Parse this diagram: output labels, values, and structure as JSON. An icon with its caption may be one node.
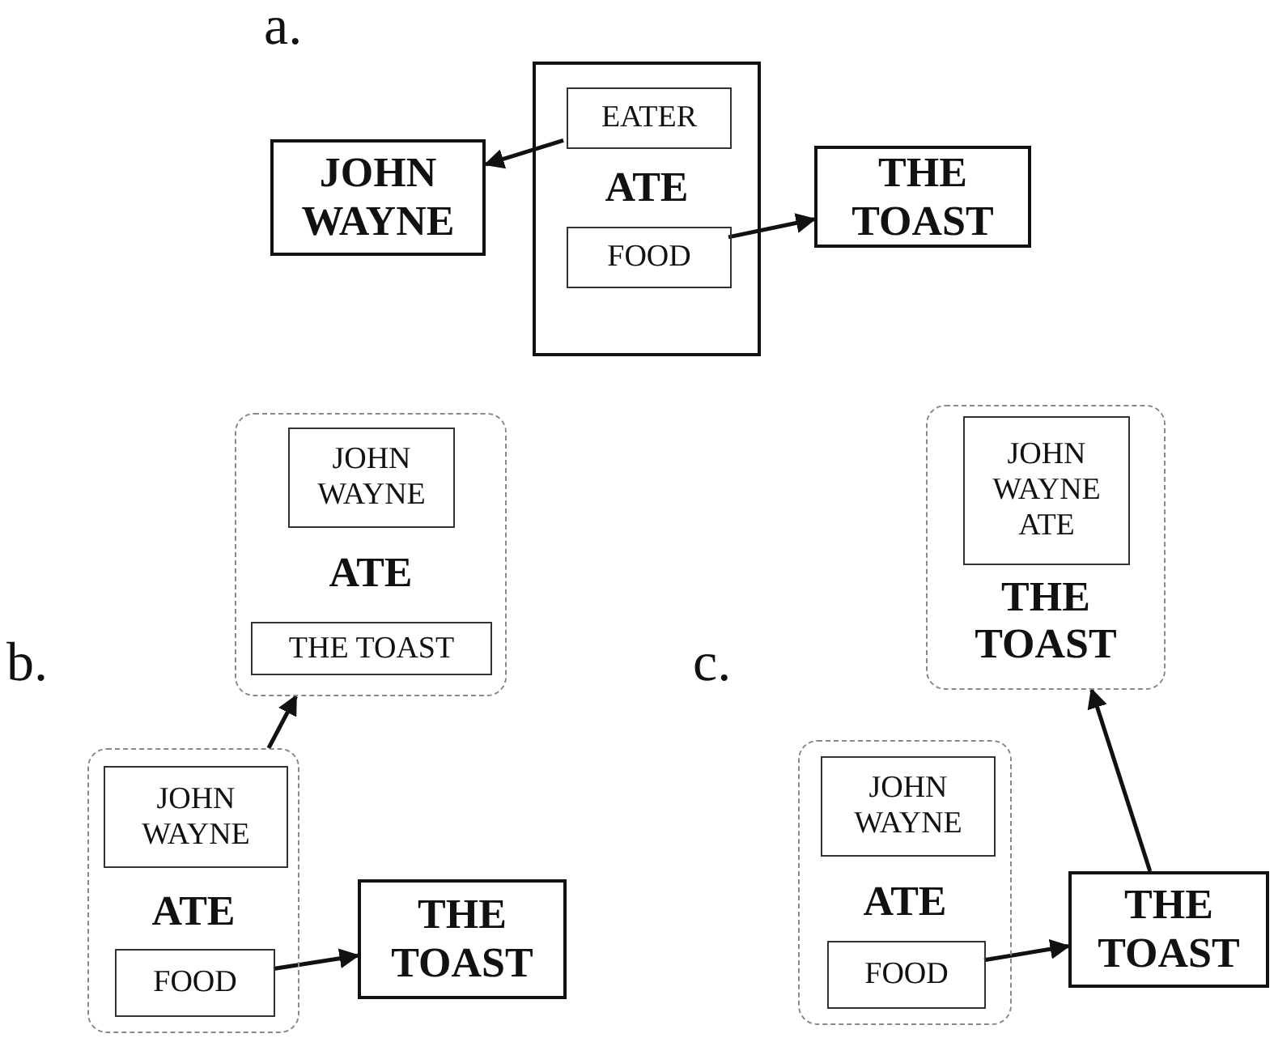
{
  "diagram": {
    "nodes": [
      {
        "text": [
          "ATE"
        ]
      },
      {
        "text": [
          "EATER"
        ],
        "in": 0
      },
      {
        "text": [
          "FOOD"
        ],
        "in": 0
      },
      {
        "text": [
          "JOHN WAYNE"
        ]
      },
      {
        "text": [
          "THE TOAST"
        ]
      },
      {
        "text": [
          "ATE"
        ]
      },
      {
        "text": [
          "JOHN WAYNE"
        ],
        "in": 5
      },
      {
        "text": [
          "THE TOAST"
        ],
        "in": 5
      },
      {
        "text": [
          "ATE"
        ]
      },
      {
        "text": [
          "JOHN WAYNE"
        ],
        "in": 8
      },
      {
        "text": [
          "FOOD"
        ],
        "in": 8
      },
      {
        "text": [
          "THE TOAST"
        ]
      },
      {
        "text": [
          "THE TOAST"
        ]
      },
      {
        "text": [
          "JOHN WAYNE ATE"
        ],
        "in": 12
      },
      {
        "text": [
          "ATE"
        ]
      },
      {
        "text": [
          "JOHN WAYNE"
        ],
        "in": 14
      },
      {
        "text": [
          "FOOD"
        ],
        "in": 14
      },
      {
        "text": [
          "THE TOAST"
        ]
      }
    ],
    "edges": [
      {
        "from": 1,
        "to": 3,
        "arrow": "to"
      },
      {
        "from": 2,
        "to": 4,
        "arrow": "to"
      },
      {
        "from": 8,
        "to": 5,
        "arrow": "to"
      },
      {
        "from": 10,
        "to": 11,
        "arrow": "to"
      },
      {
        "from": 16,
        "to": 17,
        "arrow": "to"
      },
      {
        "from": 17,
        "to": 12,
        "arrow": "to"
      }
    ],
    "labels": [
      "a.",
      "b.",
      "c."
    ]
  }
}
